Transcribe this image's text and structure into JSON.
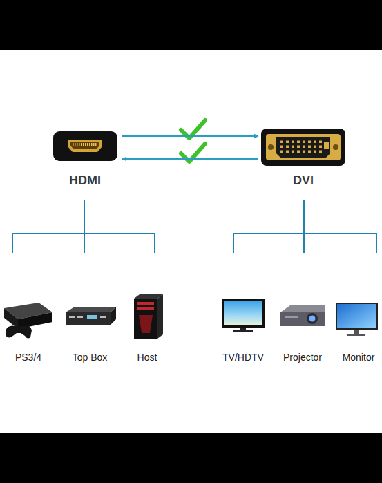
{
  "diagram": {
    "nodes": [
      {
        "text": [
          "HDMI"
        ]
      },
      {
        "text": [
          "DVI"
        ]
      },
      {
        "text": [
          "PS3/4"
        ]
      },
      {
        "text": [
          "Top Box"
        ]
      },
      {
        "text": [
          "Host"
        ]
      },
      {
        "text": [
          "TV/HDTV"
        ]
      },
      {
        "text": [
          "Projector"
        ]
      },
      {
        "text": [
          "Monitor"
        ]
      }
    ],
    "edges": [
      {
        "from": 0,
        "to": 1,
        "arrow": "to"
      },
      {
        "from": 1,
        "to": 0,
        "arrow": "to"
      },
      {
        "from": 0,
        "to": 2,
        "arrow": "none"
      },
      {
        "from": 0,
        "to": 3,
        "arrow": "none"
      },
      {
        "from": 0,
        "to": 4,
        "arrow": "none"
      },
      {
        "from": 1,
        "to": 5,
        "arrow": "none"
      },
      {
        "from": 1,
        "to": 6,
        "arrow": "none"
      },
      {
        "from": 1,
        "to": 7,
        "arrow": "none"
      }
    ]
  }
}
